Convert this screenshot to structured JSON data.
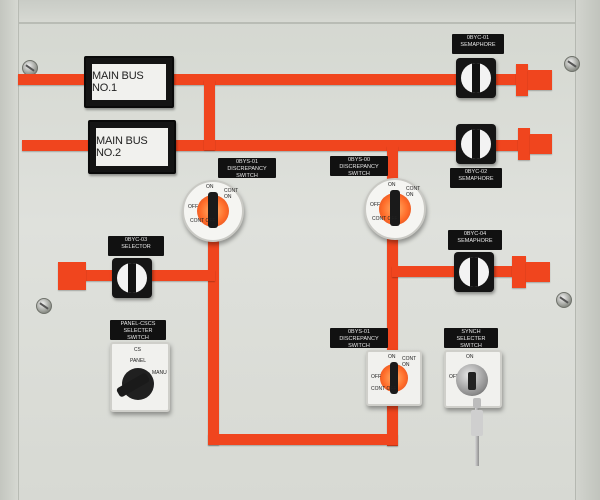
{
  "panel": {
    "main_bus_1": "MAIN BUS NO.1",
    "main_bus_2": "MAIN BUS NO.2",
    "tags": {
      "sema_01": {
        "line1": "0BYC-01",
        "line2": "SEMAPHORE"
      },
      "sema_02": {
        "line1": "0BYC-02",
        "line2": "SEMAPHORE"
      },
      "sema_03": {
        "line1": "0BYC-03",
        "line2": "SELECTOR"
      },
      "sema_04": {
        "line1": "0BYC-04",
        "line2": "SEMAPHORE"
      },
      "disc_01": {
        "line1": "0BYS-01",
        "line2": "DISCREPANCY SWITCH"
      },
      "disc_00": {
        "line1": "0BYS-00",
        "line2": "DISCREPANCY SWITCH"
      },
      "disc_02": {
        "line1": "0BYS-01",
        "line2": "DISCREPANCY SWITCH"
      },
      "panel_sel": {
        "line1": "PANEL-CSCS",
        "line2": "SELECTER SWITCH"
      },
      "synch_sel": {
        "line1": "SYNCH",
        "line2": "SELECTER SWITCH"
      }
    },
    "switch_labels": {
      "on": "ON",
      "off": "OFF",
      "cont_on": "CONT ON",
      "cont_off": "CONT OFF",
      "cs": "CS",
      "panel": "PANEL",
      "manu": "MANU"
    },
    "colors": {
      "bus": "#f0451e",
      "plate": "#141414",
      "glow": "#ff6d2a"
    }
  }
}
